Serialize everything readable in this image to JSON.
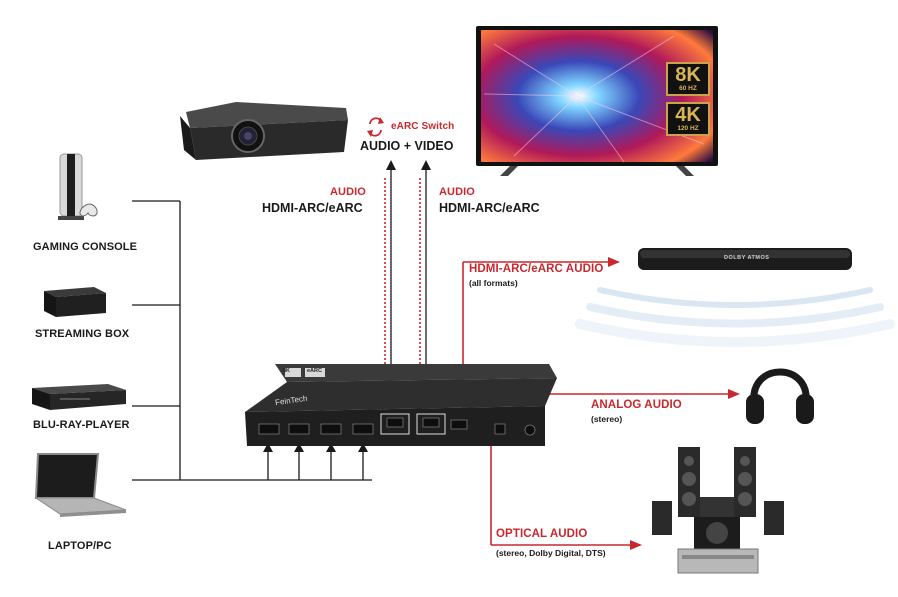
{
  "sources": [
    {
      "label": "GAMING CONSOLE",
      "icon": "gaming-console-icon"
    },
    {
      "label": "STREAMING BOX",
      "icon": "streaming-box-icon"
    },
    {
      "label": "BLU-RAY-PLAYER",
      "icon": "bluray-player-icon"
    },
    {
      "label": "LAPTOP/PC",
      "icon": "laptop-icon"
    }
  ],
  "earc_switch": "eARC Switch",
  "audio_video": "AUDIO + VIDEO",
  "audio_left": {
    "title": "AUDIO",
    "sub": "HDMI-ARC/eARC"
  },
  "audio_right": {
    "title": "AUDIO",
    "sub": "HDMI-ARC/eARC"
  },
  "tv_badges": [
    {
      "res": "8K",
      "hz": "60 HZ"
    },
    {
      "res": "4K",
      "hz": "120 HZ"
    }
  ],
  "soundbar": {
    "title": "HDMI-ARC/eARC AUDIO",
    "sub": "(all formats)",
    "brand": "DOLBY ATMOS"
  },
  "analog": {
    "title": "ANALOG AUDIO",
    "sub": "(stereo)"
  },
  "optical": {
    "title": "OPTICAL AUDIO",
    "sub": "(stereo, Dolby Digital, DTS)"
  },
  "device": {
    "brand": "FeinTech",
    "badge1": "8K",
    "badge2": "eARC"
  },
  "colors": {
    "accent": "#c8282e",
    "wire": "#1a1a1a",
    "device": "#2b2b2b"
  }
}
